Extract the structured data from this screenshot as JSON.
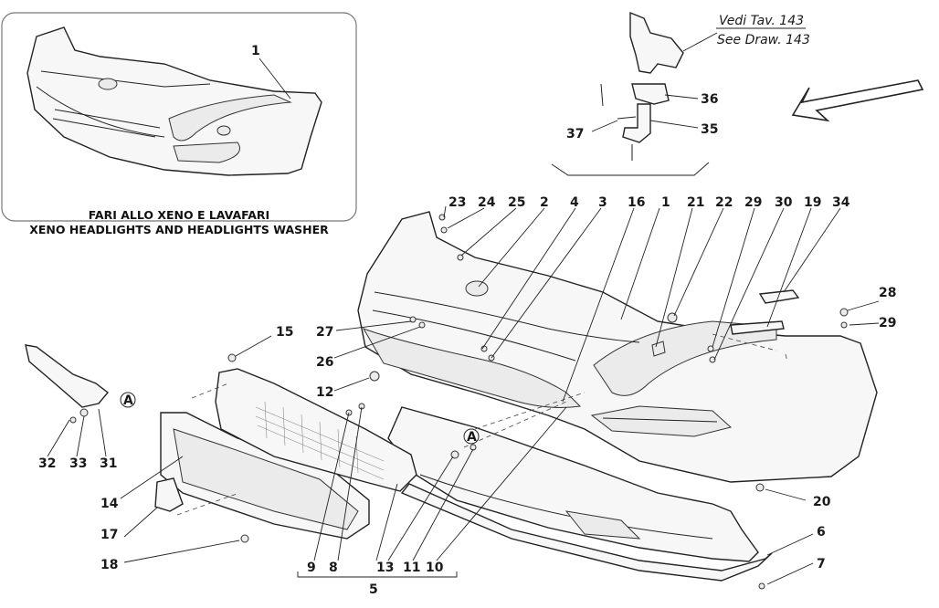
{
  "inset": {
    "caption_line1": "FARI ALLO XENO E LAVAFARI",
    "caption_line2": "XENO HEADLIGHTS AND HEADLIGHTS WASHER",
    "label": "1"
  },
  "reference": {
    "line1": "Vedi Tav. 143",
    "line2": "See Draw. 143"
  },
  "callouts": {
    "c36": "36",
    "c35": "35",
    "c37": "37",
    "c23": "23",
    "c24": "24",
    "c25": "25",
    "c2": "2",
    "c4": "4",
    "c3": "3",
    "c16": "16",
    "c1": "1",
    "c21": "21",
    "c22": "22",
    "c29a": "29",
    "c30": "30",
    "c19": "19",
    "c34": "34",
    "c28": "28",
    "c29b": "29",
    "c15": "15",
    "c27": "27",
    "c26": "26",
    "c12": "12",
    "c32": "32",
    "c33": "33",
    "c31": "31",
    "c14": "14",
    "c17": "17",
    "c18": "18",
    "c9": "9",
    "c8": "8",
    "c13": "13",
    "c11": "11",
    "c10": "10",
    "c5": "5",
    "c20": "20",
    "c6": "6",
    "c7": "7"
  },
  "markers": {
    "a1": "A",
    "a2": "A"
  }
}
